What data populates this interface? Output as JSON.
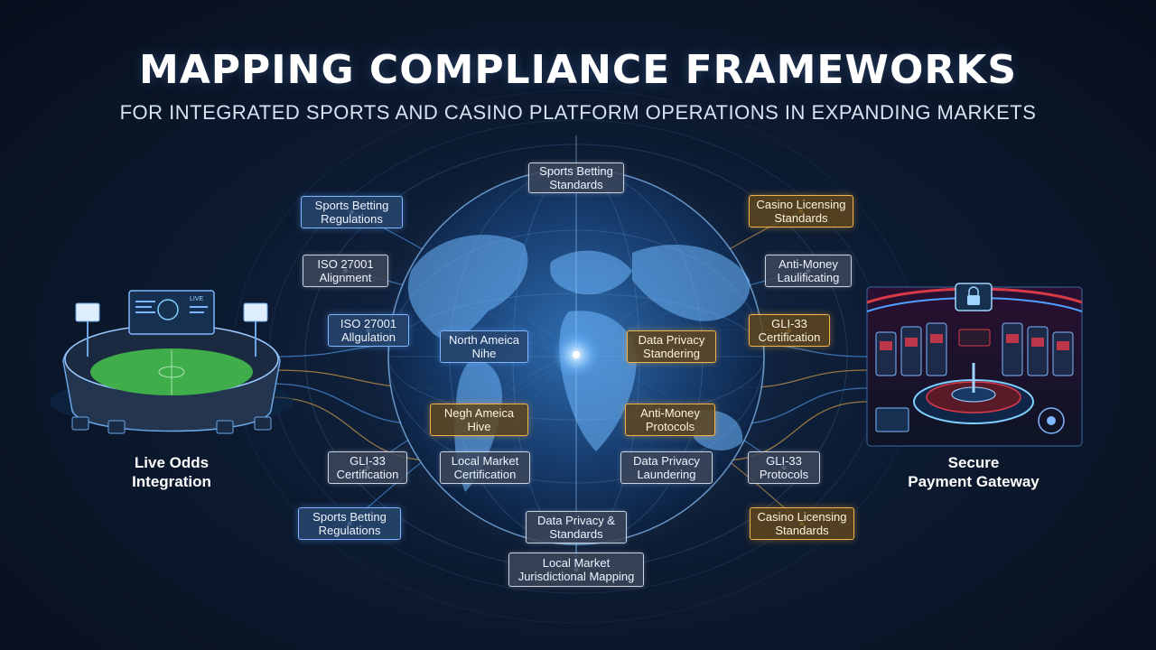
{
  "header": {
    "title": "MAPPING COMPLIANCE FRAMEWORKS",
    "subtitle": "FOR INTEGRATED SPORTS AND CASINO PLATFORM OPERATIONS IN EXPANDING MARKETS"
  },
  "left_panel": {
    "caption_line1": "Live Odds",
    "caption_line2": "Integration",
    "scoreboard_text": "LIVE"
  },
  "right_panel": {
    "caption_line1": "Secure",
    "caption_line2": "Payment Gateway"
  },
  "nodes": [
    {
      "id": "top",
      "line1": "Sports Betting",
      "line2": "Standards",
      "style": "gray"
    },
    {
      "id": "l1",
      "line1": "Sports Betting",
      "line2": "Regulations",
      "style": "blue"
    },
    {
      "id": "l2",
      "line1": "ISO 27001",
      "line2": "Alignment",
      "style": "gray"
    },
    {
      "id": "l3",
      "line1": "ISO 27001",
      "line2": "Allgulation",
      "style": "blue"
    },
    {
      "id": "c1",
      "line1": "North Ameica",
      "line2": "Nihe",
      "style": "blue"
    },
    {
      "id": "c2",
      "line1": "Data Privacy",
      "line2": "Standering",
      "style": "gold"
    },
    {
      "id": "c3",
      "line1": "Negh Ameica",
      "line2": "Hive",
      "style": "gold"
    },
    {
      "id": "c4",
      "line1": "Anti-Money",
      "line2": "Protocols",
      "style": "gold"
    },
    {
      "id": "l4",
      "line1": "GLI-33",
      "line2": "Certification",
      "style": "gray"
    },
    {
      "id": "c5",
      "line1": "Local Market",
      "line2": "Certification",
      "style": "gray"
    },
    {
      "id": "c6",
      "line1": "Data Privacy",
      "line2": "Laundering",
      "style": "gray"
    },
    {
      "id": "r4",
      "line1": "GLI-33",
      "line2": "Protocols",
      "style": "gray"
    },
    {
      "id": "r1",
      "line1": "Casino Licensing",
      "line2": "Standards",
      "style": "gold"
    },
    {
      "id": "r2",
      "line1": "Anti-Money",
      "line2": "Laulificating",
      "style": "gray"
    },
    {
      "id": "r3",
      "line1": "GLI-33",
      "line2": "Certification",
      "style": "gold"
    },
    {
      "id": "l5",
      "line1": "Sports Betting",
      "line2": "Regulations",
      "style": "blue"
    },
    {
      "id": "b1",
      "line1": "Data Privacy &",
      "line2": "Standards",
      "style": "gray"
    },
    {
      "id": "r5",
      "line1": "Casino Licensing",
      "line2": "Standards",
      "style": "gold"
    },
    {
      "id": "b2",
      "line1": "Local Market",
      "line2": "Jurisdictional Mapping",
      "style": "gray"
    }
  ],
  "colors": {
    "background": "#0a1628",
    "accent_blue": "#5aa8ff",
    "accent_gold": "#f0b24a",
    "globe_land": "#6fb8ff",
    "stadium_field": "#3fae4a",
    "casino_red": "#d83a4a"
  }
}
